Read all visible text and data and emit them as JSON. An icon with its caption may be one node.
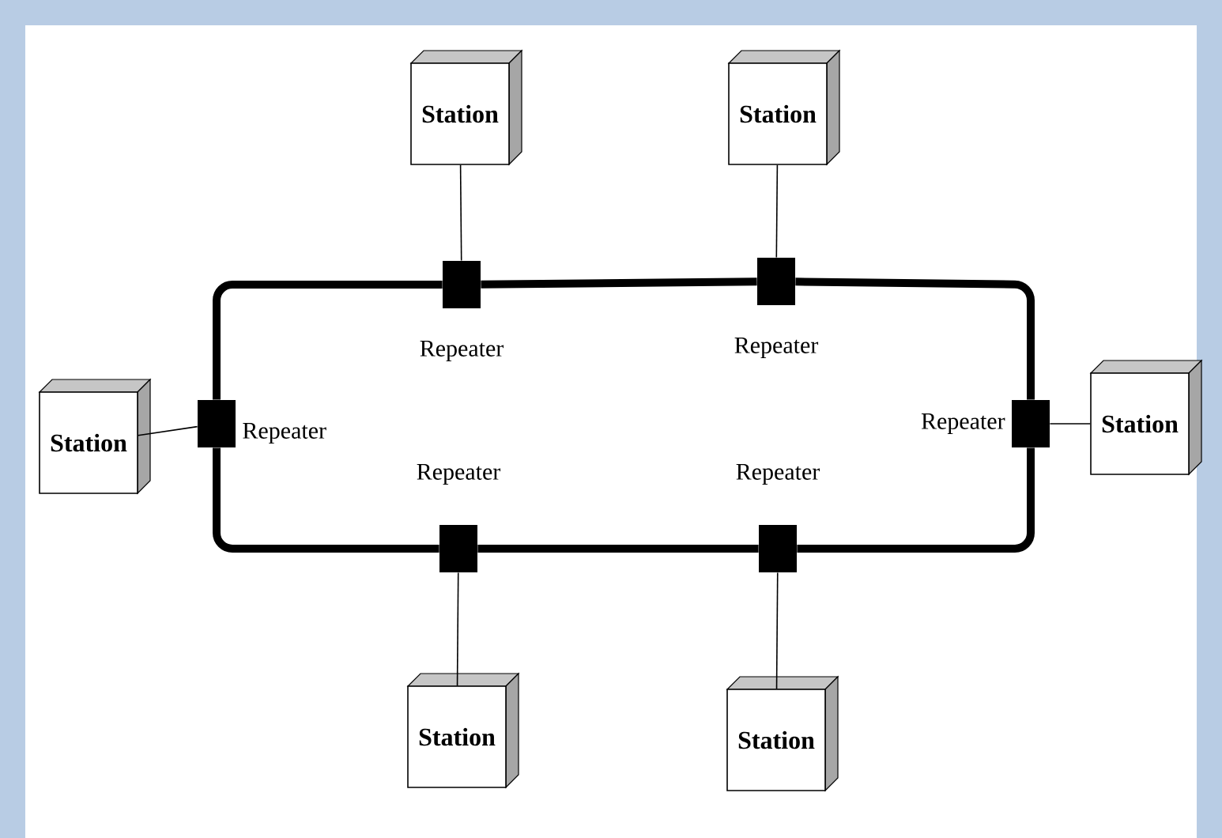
{
  "diagram": {
    "nodes": [
      {
        "text": [
          "Station"
        ]
      },
      {
        "text": [
          "Station"
        ]
      },
      {
        "text": [
          "Repeater"
        ]
      },
      {
        "text": [
          "Repeater"
        ]
      },
      {
        "text": [
          "Station"
        ]
      },
      {
        "text": [
          "Repeater"
        ]
      },
      {
        "text": [
          "Repeater"
        ]
      },
      {
        "text": [
          "Station"
        ]
      },
      {
        "text": [
          "Repeater"
        ]
      },
      {
        "text": [
          "Repeater"
        ]
      },
      {
        "text": [
          "Station"
        ]
      },
      {
        "text": [
          "Station"
        ]
      }
    ],
    "edges": [
      {
        "from": 0,
        "to": 2,
        "arrow": "none"
      },
      {
        "from": 1,
        "to": 3,
        "arrow": "none"
      },
      {
        "from": 4,
        "to": 5,
        "arrow": "none"
      },
      {
        "from": 7,
        "to": 6,
        "arrow": "none"
      },
      {
        "from": 10,
        "to": 8,
        "arrow": "none"
      },
      {
        "from": 11,
        "to": 9,
        "arrow": "none"
      },
      {
        "from": 2,
        "to": 3,
        "arrow": "none",
        "style": "thick"
      },
      {
        "from": 3,
        "to": 6,
        "arrow": "none",
        "style": "thick"
      },
      {
        "from": 6,
        "to": 9,
        "arrow": "none",
        "style": "thick"
      },
      {
        "from": 9,
        "to": 8,
        "arrow": "none",
        "style": "thick"
      },
      {
        "from": 8,
        "to": 5,
        "arrow": "none",
        "style": "thick"
      },
      {
        "from": 5,
        "to": 2,
        "arrow": "none",
        "style": "thick"
      }
    ]
  }
}
